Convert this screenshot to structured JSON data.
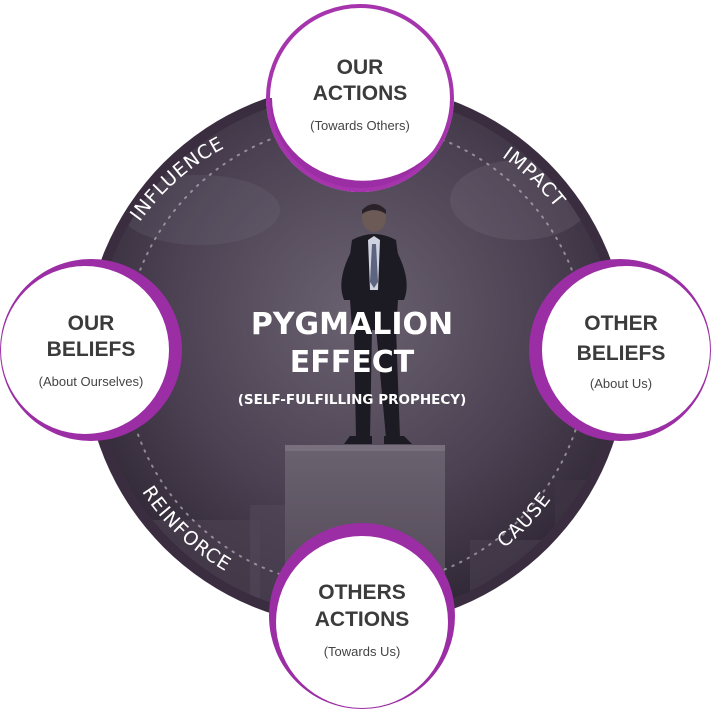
{
  "center": {
    "title_line1": "PYGMALION",
    "title_line2": "EFFECT",
    "subtitle": "(SELF-FULFILLING PROPHECY)"
  },
  "nodes": {
    "top": {
      "line1": "OUR",
      "line2": "ACTIONS",
      "sub": "(Towards Others)"
    },
    "right": {
      "line1": "OTHER",
      "line2": "BELIEFS",
      "sub": "(About Us)"
    },
    "bottom": {
      "line1": "OTHERS",
      "line2": "ACTIONS",
      "sub": "(Towards Us)"
    },
    "left": {
      "line1": "OUR",
      "line2": "BELIEFS",
      "sub": "(About Ourselves)"
    }
  },
  "links": {
    "impact": "IMPACT",
    "cause": "CAUSE",
    "reinforce": "REINFORCE",
    "influence": "INFLUENCE"
  },
  "colors": {
    "accent": "#9b2ea4",
    "accent_dark": "#6e1f78",
    "ring": "#2f2434",
    "scene_top": "#5e5563",
    "scene_bottom": "#3a3040",
    "node_fill": "#ffffff",
    "node_text": "#3b3b3b"
  }
}
